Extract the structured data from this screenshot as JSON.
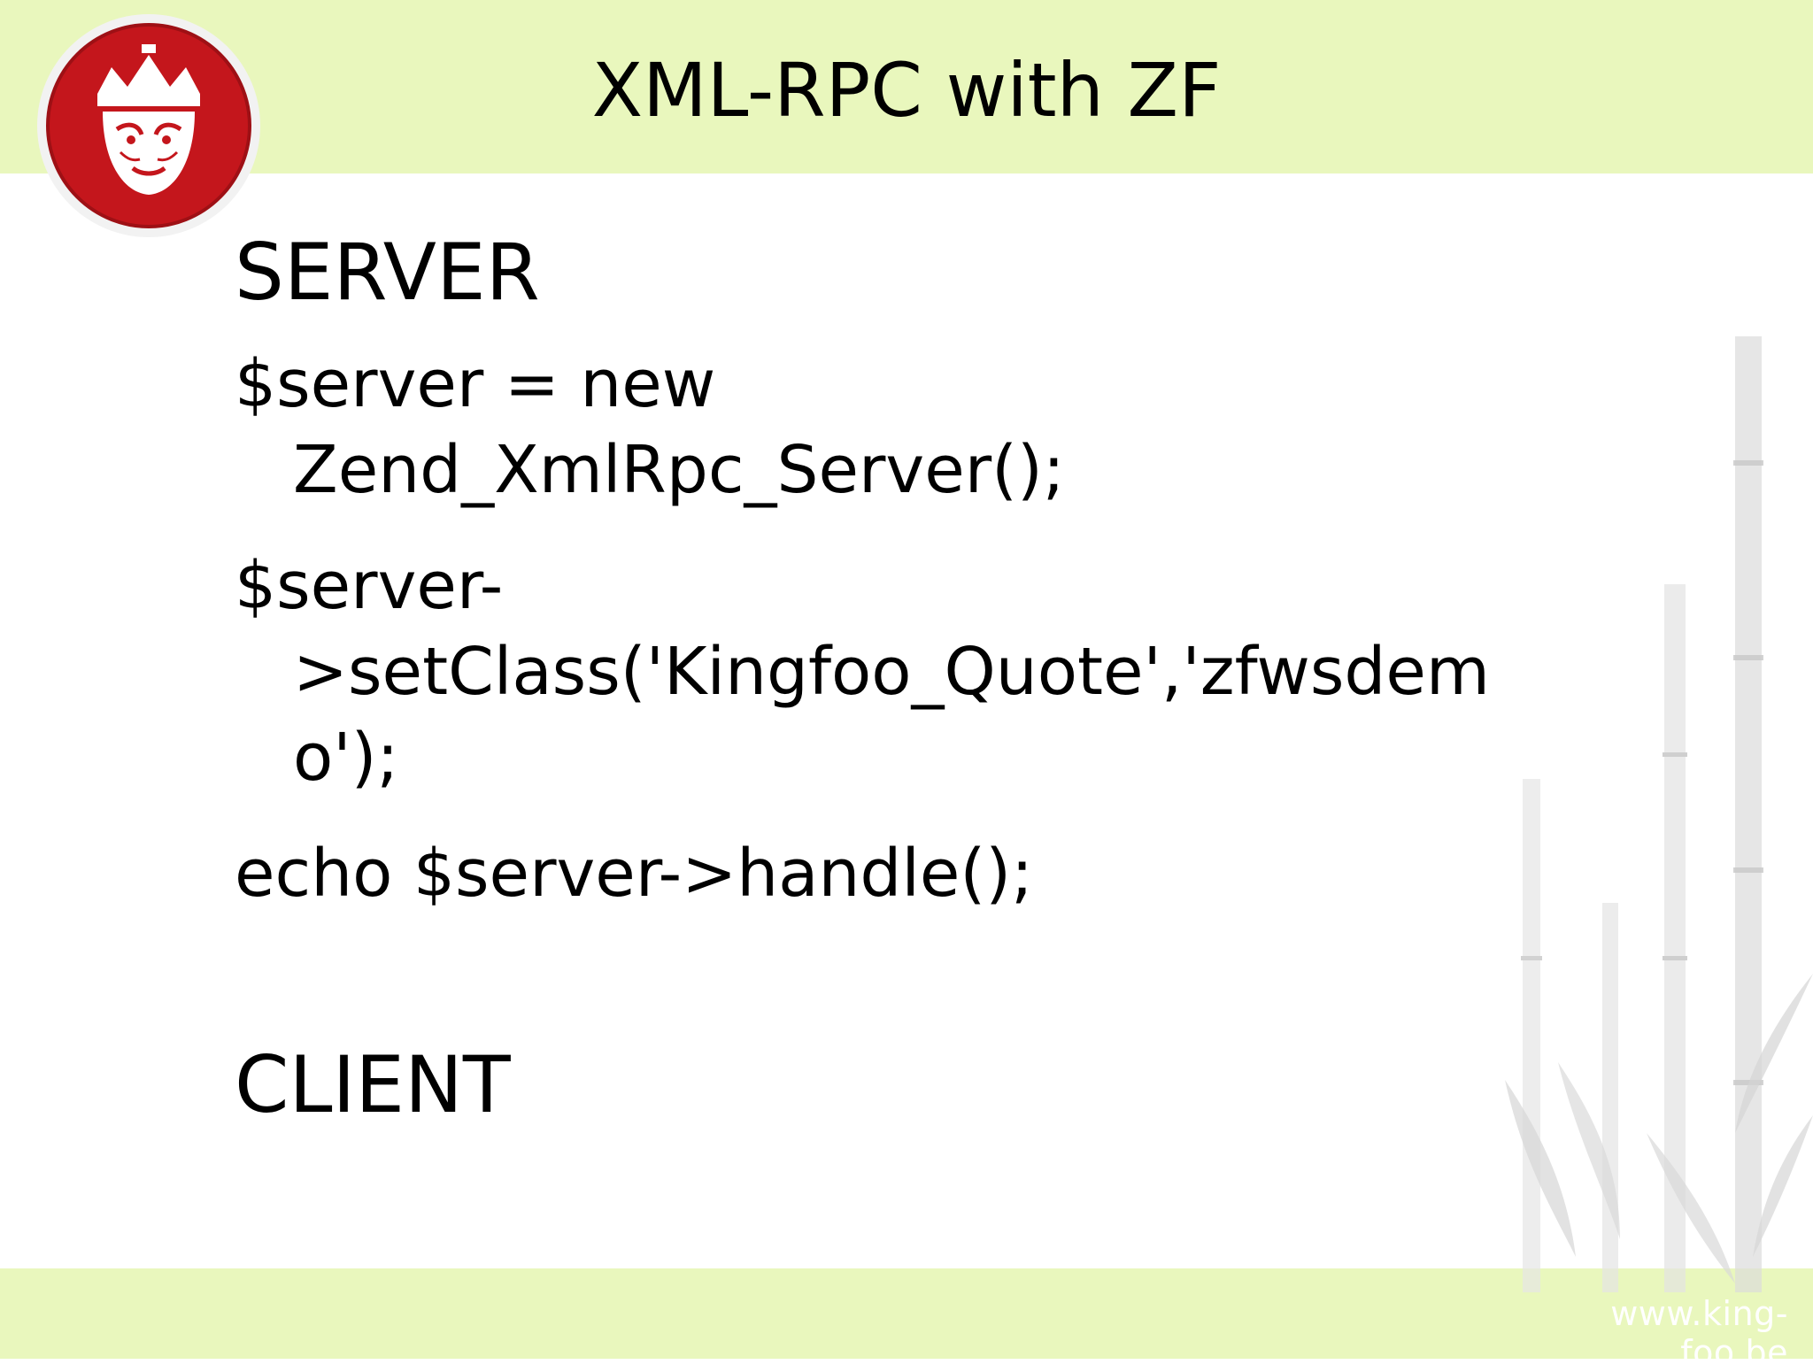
{
  "slide": {
    "title": "XML-RPC with ZF",
    "footer_url": "www.king-foo.be"
  },
  "content": {
    "server_heading": "SERVER",
    "lines": [
      {
        "first": "$server = new",
        "continuation": [
          "Zend_XmlRpc_Server();"
        ]
      },
      {
        "first": "$server-",
        "continuation": [
          ">setClass('Kingfoo_Quote','zfwsdem",
          "o');"
        ]
      },
      {
        "first": "echo $server->handle();",
        "continuation": []
      }
    ],
    "client_heading": "CLIENT"
  },
  "colors": {
    "band": "#e9f7bd",
    "logo_red": "#c4161c",
    "text": "#000000"
  },
  "icons": {
    "logo": "king-foo-monkey-crown-logo",
    "background": "bamboo-illustration"
  }
}
